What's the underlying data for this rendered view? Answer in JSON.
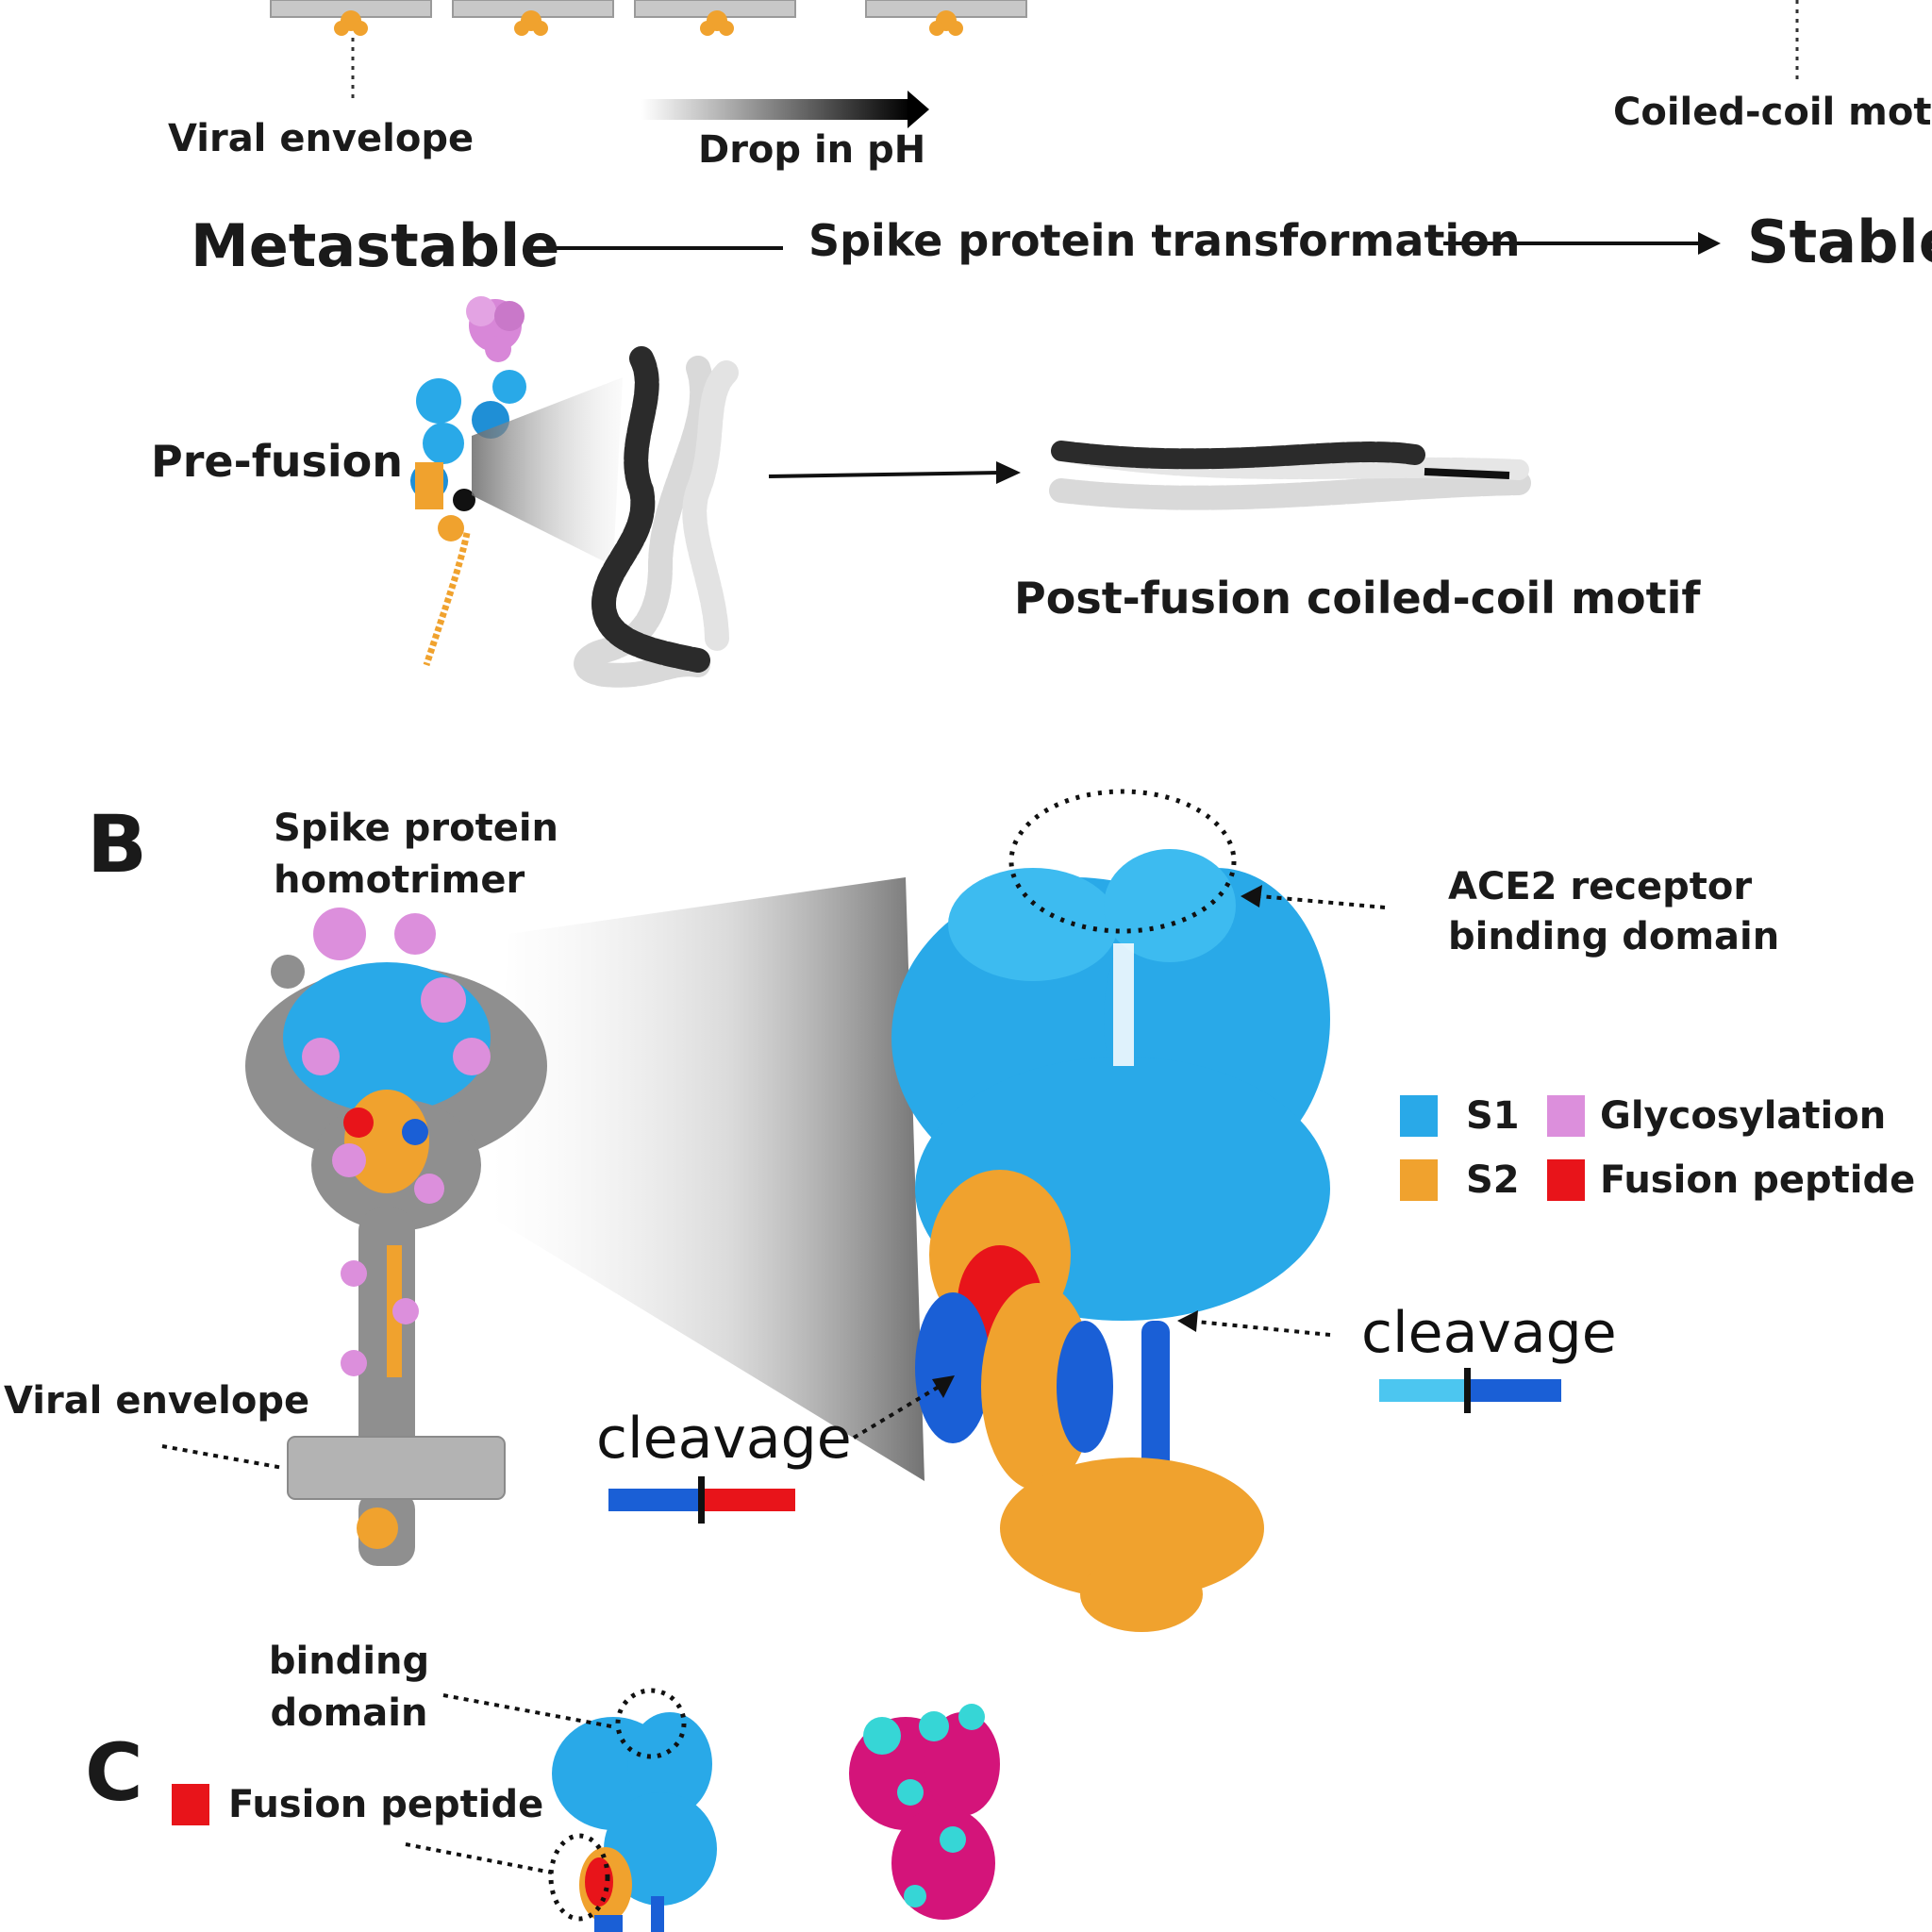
{
  "panel_a": {
    "viral_envelope": "Viral envelope",
    "drop_in_ph": "Drop in pH",
    "coiled_coil_motif": "Coiled-coil motif",
    "metastable": "Metastable",
    "transformation": "Spike protein transformation",
    "stable": "Stable",
    "pre_fusion": "Pre-fusion",
    "post_fusion": "Post-fusion coiled-coil motif"
  },
  "panel_b": {
    "letter": "B",
    "homotrimer_line1": "Spike protein",
    "homotrimer_line2": "homotrimer",
    "ace2_line1": "ACE2 receptor",
    "ace2_line2": "binding domain",
    "viral_envelope": "Viral envelope",
    "cleavage_left": "cleavage",
    "cleavage_right": "cleavage",
    "legend": [
      {
        "label": "S1",
        "color": "#29a9e8"
      },
      {
        "label": "Glycosylation",
        "color": "#dc8fdc"
      },
      {
        "label": "S2",
        "color": "#f0a22e"
      },
      {
        "label": "Fusion peptide",
        "color": "#e8141a"
      }
    ]
  },
  "panel_c": {
    "letter": "C",
    "binding_line1": "binding",
    "binding_line2": "domain",
    "fusion_peptide": "Fusion peptide",
    "fusion_color": "#e8141a"
  },
  "colors": {
    "s1": "#29a9e8",
    "s1_dark": "#1a5fd6",
    "s2": "#f0a22e",
    "fusion": "#e8141a",
    "glyco": "#dc8fdc",
    "grey": "#8f8f8f",
    "magenta": "#d4147a",
    "cyan": "#36d6d6"
  }
}
